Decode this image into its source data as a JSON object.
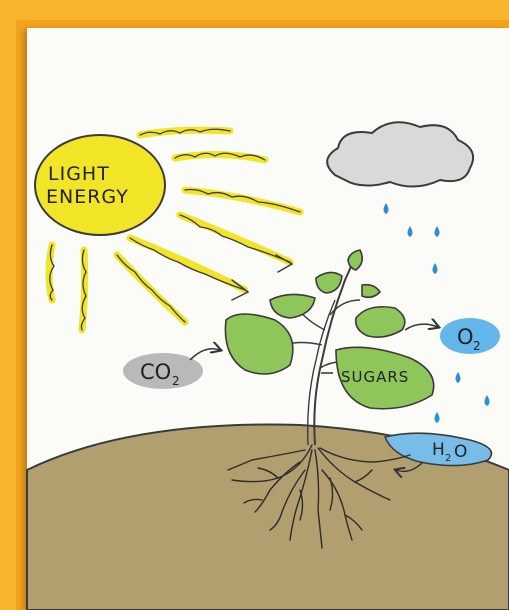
{
  "labels": {
    "light_line1": "LIGHT",
    "light_line2": "ENERGY",
    "co2_main": "CO",
    "co2_sub": "2",
    "o2_main": "O",
    "o2_sub": "2",
    "sugars": "SUGARS",
    "water_h": "H",
    "water_sub": "2",
    "water_o": "O"
  },
  "colors": {
    "background": "#f7b52f",
    "paper": "#fbfbf8",
    "sun": "#f2e427",
    "leaf": "#8fc65a",
    "cloud": "#d9d9d9",
    "rain": "#2f8fd6",
    "oxygen": "#63b6ea",
    "co2": "#b9b9b9",
    "ground": "#b29f70",
    "water": "#78bde8"
  },
  "icons": [
    "sun-icon",
    "cloud-icon",
    "raindrop-icon",
    "plant-icon",
    "roots-icon"
  ]
}
